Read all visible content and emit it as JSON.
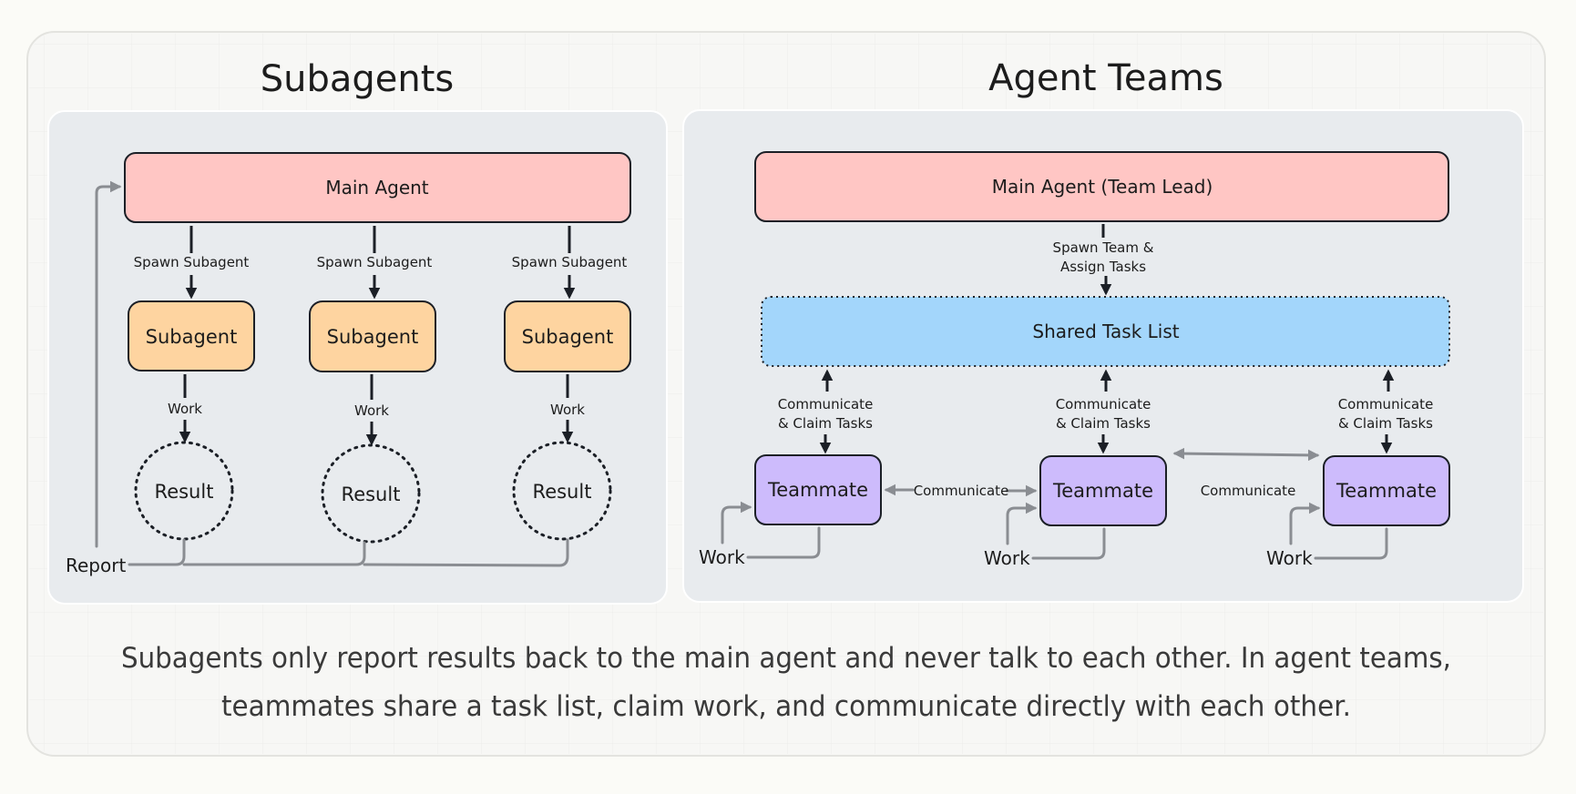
{
  "subagents": {
    "title": "Subagents",
    "main_agent": "Main Agent",
    "spawn_label": "Spawn Subagent",
    "subagent_label": "Subagent",
    "work_label": "Work",
    "result_label": "Result",
    "report_label": "Report"
  },
  "agent_teams": {
    "title": "Agent Teams",
    "main_agent": "Main Agent (Team Lead)",
    "spawn_line1": "Spawn Team &",
    "spawn_line2": "Assign Tasks",
    "shared_task_list": "Shared Task List",
    "claim_line1": "Communicate",
    "claim_line2": "& Claim Tasks",
    "teammate_label": "Teammate",
    "communicate_label": "Communicate",
    "work_label": "Work"
  },
  "caption": {
    "line1": "Subagents only report results back to the main agent and never talk to each other. In agent teams,",
    "line2": "teammates share a task list, claim work, and communicate directly with each other."
  },
  "colors": {
    "main_agent": "#ffc6c4",
    "subagent": "#fed4a0",
    "shared_task_list": "#a3d6fb",
    "teammate": "#cdbbfc",
    "panel": "#e8ebee",
    "arrow_dark": "#1b1f26",
    "arrow_gray": "#8a8d92"
  }
}
